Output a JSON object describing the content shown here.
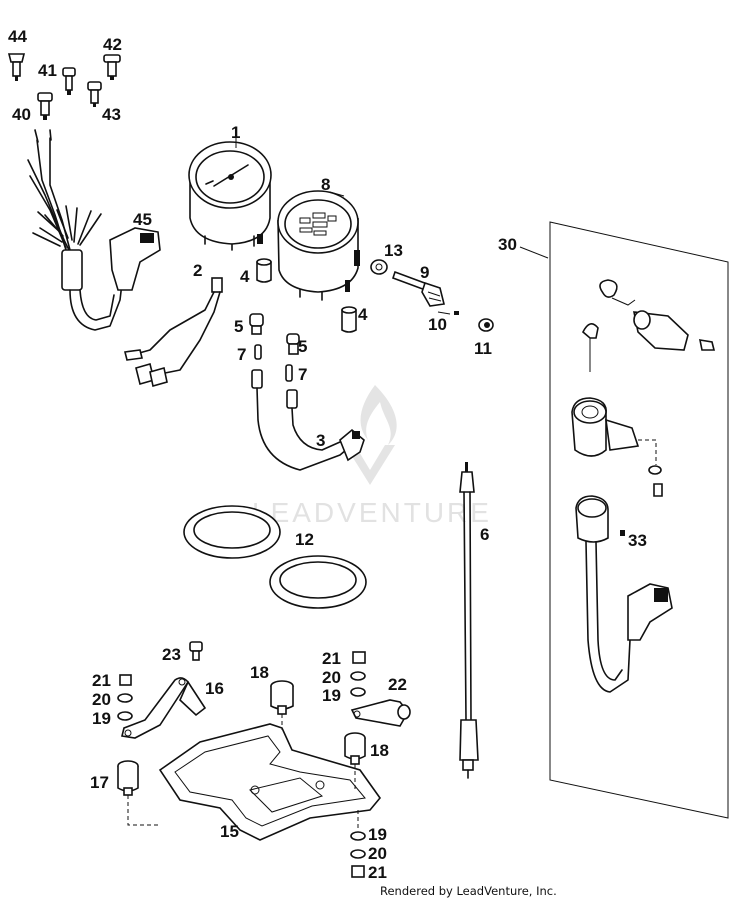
{
  "callouts": {
    "c1": "1",
    "c2": "2",
    "c3": "3",
    "c4a": "4",
    "c4b": "4",
    "c5a": "5",
    "c5b": "5",
    "c6": "6",
    "c7a": "7",
    "c7b": "7",
    "c8": "8",
    "c9": "9",
    "c10": "10",
    "c11": "11",
    "c12": "12",
    "c13": "13",
    "c15": "15",
    "c16": "16",
    "c17": "17",
    "c18a": "18",
    "c18b": "18",
    "c19a": "19",
    "c19b": "19",
    "c19c": "19",
    "c20a": "20",
    "c20b": "20",
    "c20c": "20",
    "c21a": "21",
    "c21b": "21",
    "c21c": "21",
    "c22": "22",
    "c23": "23",
    "c30": "30",
    "c33": "33",
    "c40": "40",
    "c41": "41",
    "c42": "42",
    "c43": "43",
    "c44": "44",
    "c45": "45"
  },
  "watermark": "LEADVENTURE",
  "footer": "Rendered by LeadVenture, Inc."
}
